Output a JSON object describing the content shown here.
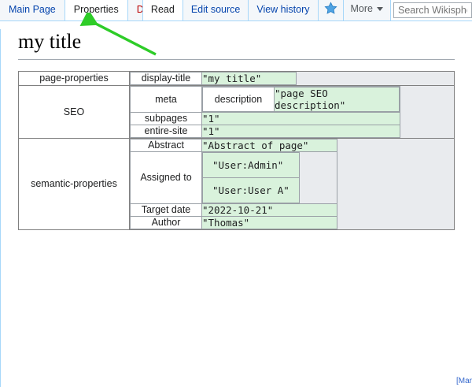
{
  "browser_chrome": {
    "namespace_tabs": [
      {
        "label": "Main Page",
        "state": "link"
      },
      {
        "label": "Properties",
        "state": "selected"
      },
      {
        "label": "Discussion",
        "state": "newpage"
      }
    ],
    "action_tabs": [
      {
        "label": "Read",
        "state": "selected"
      },
      {
        "label": "Edit source",
        "state": "link"
      },
      {
        "label": "View history",
        "state": "link"
      }
    ],
    "watch_icon": "star-icon",
    "more_label": "More",
    "more_chevron": "chevron-down-icon",
    "search": {
      "placeholder": "Search Wikisphere",
      "value": ""
    }
  },
  "page": {
    "title": "my title",
    "corner_note": "[Mar"
  },
  "annotation": {
    "arrow_color": "#2ecc28",
    "points_to": "Properties"
  },
  "property_groups": [
    {
      "name": "page-properties",
      "rows": [
        {
          "key": "display-title",
          "value": "\"my title\""
        }
      ]
    },
    {
      "name": "SEO",
      "rows": [
        {
          "key": "meta",
          "nested": [
            {
              "key": "description",
              "value": "\"page SEO description\""
            }
          ]
        },
        {
          "key": "subpages",
          "value": "\"1\""
        },
        {
          "key": "entire-site",
          "value": "\"1\""
        }
      ]
    },
    {
      "name": "semantic-properties",
      "rows": [
        {
          "key": "Abstract",
          "value": "\"Abstract of page\""
        },
        {
          "key": "Assigned to",
          "values": [
            "\"User:Admin\"",
            "\"User:User A\""
          ]
        },
        {
          "key": "Target date",
          "value": "\"2022-10-21\""
        },
        {
          "key": "Author",
          "value": "\"Thomas\""
        }
      ]
    }
  ]
}
